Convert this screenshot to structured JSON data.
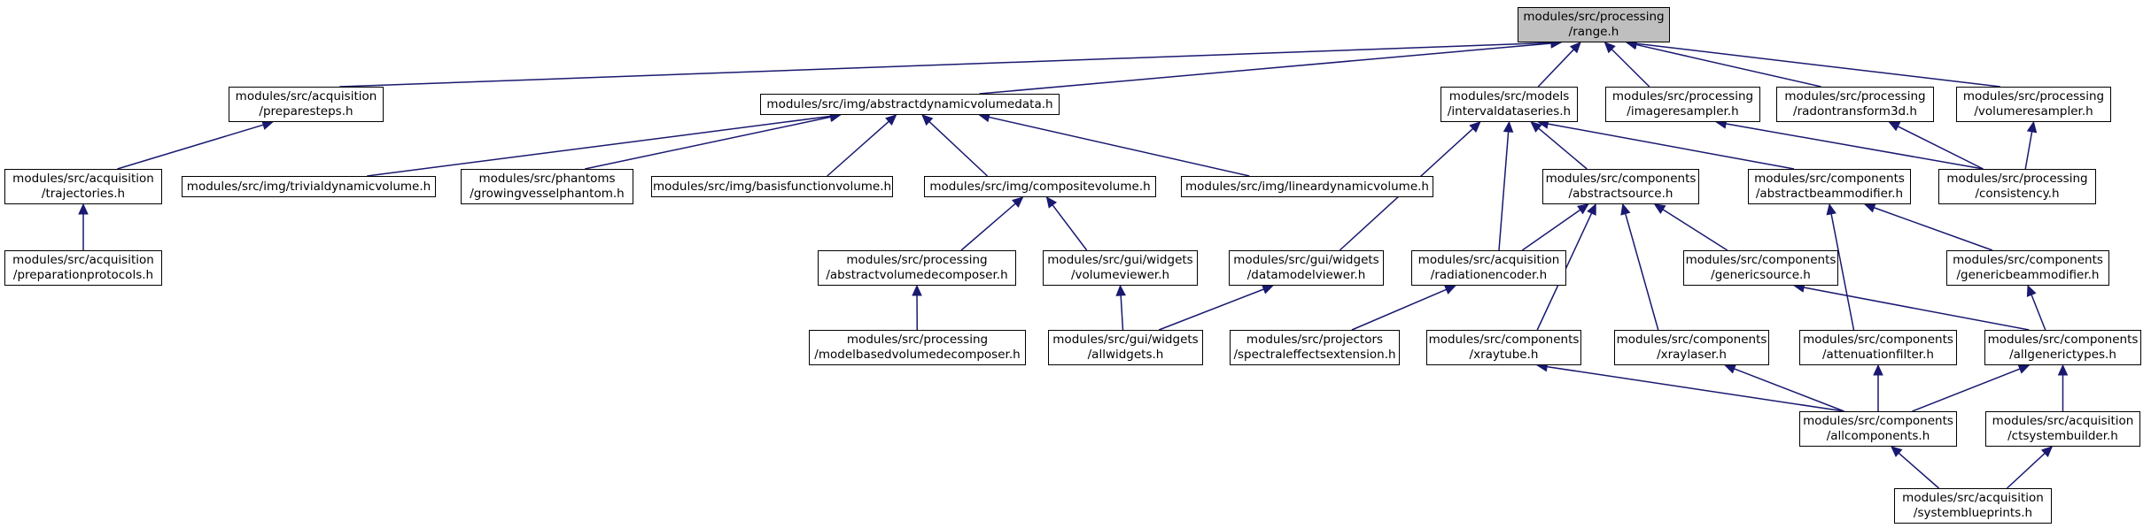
{
  "nodes": [
    {
      "id": "range",
      "lines": [
        "modules/src/processing",
        "/range.h"
      ],
      "root": true
    },
    {
      "id": "preparesteps",
      "lines": [
        "modules/src/acquisition",
        "/preparesteps.h"
      ]
    },
    {
      "id": "abstractdynamicvolumedata",
      "lines": [
        "modules/src/img/abstractdynamicvolumedata.h"
      ]
    },
    {
      "id": "intervaldataseries",
      "lines": [
        "modules/src/models",
        "/intervaldataseries.h"
      ]
    },
    {
      "id": "imageresampler",
      "lines": [
        "modules/src/processing",
        "/imageresampler.h"
      ]
    },
    {
      "id": "radontransform3d",
      "lines": [
        "modules/src/processing",
        "/radontransform3d.h"
      ]
    },
    {
      "id": "volumeresampler",
      "lines": [
        "modules/src/processing",
        "/volumeresampler.h"
      ]
    },
    {
      "id": "trajectories",
      "lines": [
        "modules/src/acquisition",
        "/trajectories.h"
      ]
    },
    {
      "id": "trivialdynamicvolume",
      "lines": [
        "modules/src/img/trivialdynamicvolume.h"
      ]
    },
    {
      "id": "growingvesselphantom",
      "lines": [
        "modules/src/phantoms",
        "/growingvesselphantom.h"
      ]
    },
    {
      "id": "basisfunctionvolume",
      "lines": [
        "modules/src/img/basisfunctionvolume.h"
      ]
    },
    {
      "id": "compositevolume",
      "lines": [
        "modules/src/img/compositevolume.h"
      ]
    },
    {
      "id": "lineardynamicvolume",
      "lines": [
        "modules/src/img/lineardynamicvolume.h"
      ]
    },
    {
      "id": "abstractsource",
      "lines": [
        "modules/src/components",
        "/abstractsource.h"
      ]
    },
    {
      "id": "abstractbeammodifier",
      "lines": [
        "modules/src/components",
        "/abstractbeammodifier.h"
      ]
    },
    {
      "id": "consistency",
      "lines": [
        "modules/src/processing",
        "/consistency.h"
      ]
    },
    {
      "id": "preparationprotocols",
      "lines": [
        "modules/src/acquisition",
        "/preparationprotocols.h"
      ]
    },
    {
      "id": "abstractvolumedecomposer",
      "lines": [
        "modules/src/processing",
        "/abstractvolumedecomposer.h"
      ]
    },
    {
      "id": "volumeviewer",
      "lines": [
        "modules/src/gui/widgets",
        "/volumeviewer.h"
      ]
    },
    {
      "id": "datamodelviewer",
      "lines": [
        "modules/src/gui/widgets",
        "/datamodelviewer.h"
      ]
    },
    {
      "id": "radiationencoder",
      "lines": [
        "modules/src/acquisition",
        "/radiationencoder.h"
      ]
    },
    {
      "id": "genericsource",
      "lines": [
        "modules/src/components",
        "/genericsource.h"
      ]
    },
    {
      "id": "genericbeammodifier",
      "lines": [
        "modules/src/components",
        "/genericbeammodifier.h"
      ]
    },
    {
      "id": "modelbasedvolumedecomposer",
      "lines": [
        "modules/src/processing",
        "/modelbasedvolumedecomposer.h"
      ]
    },
    {
      "id": "allwidgets",
      "lines": [
        "modules/src/gui/widgets",
        "/allwidgets.h"
      ]
    },
    {
      "id": "spectraleffectsextension",
      "lines": [
        "modules/src/projectors",
        "/spectraleffectsextension.h"
      ]
    },
    {
      "id": "xraytube",
      "lines": [
        "modules/src/components",
        "/xraytube.h"
      ]
    },
    {
      "id": "xraylaser",
      "lines": [
        "modules/src/components",
        "/xraylaser.h"
      ]
    },
    {
      "id": "attenuationfilter",
      "lines": [
        "modules/src/components",
        "/attenuationfilter.h"
      ]
    },
    {
      "id": "allgenerictypes",
      "lines": [
        "modules/src/components",
        "/allgenerictypes.h"
      ]
    },
    {
      "id": "allcomponents",
      "lines": [
        "modules/src/components",
        "/allcomponents.h"
      ]
    },
    {
      "id": "ctsystembuilder",
      "lines": [
        "modules/src/acquisition",
        "/ctsystembuilder.h"
      ]
    },
    {
      "id": "systemblueprints",
      "lines": [
        "modules/src/acquisition",
        "/systemblueprints.h"
      ]
    }
  ],
  "edges": [
    [
      "preparesteps",
      "range"
    ],
    [
      "abstractdynamicvolumedata",
      "range"
    ],
    [
      "intervaldataseries",
      "range"
    ],
    [
      "imageresampler",
      "range"
    ],
    [
      "radontransform3d",
      "range"
    ],
    [
      "volumeresampler",
      "range"
    ],
    [
      "trajectories",
      "preparesteps"
    ],
    [
      "preparationprotocols",
      "trajectories"
    ],
    [
      "trivialdynamicvolume",
      "abstractdynamicvolumedata"
    ],
    [
      "growingvesselphantom",
      "abstractdynamicvolumedata"
    ],
    [
      "basisfunctionvolume",
      "abstractdynamicvolumedata"
    ],
    [
      "compositevolume",
      "abstractdynamicvolumedata"
    ],
    [
      "lineardynamicvolume",
      "abstractdynamicvolumedata"
    ],
    [
      "abstractvolumedecomposer",
      "compositevolume"
    ],
    [
      "volumeviewer",
      "compositevolume"
    ],
    [
      "modelbasedvolumedecomposer",
      "abstractvolumedecomposer"
    ],
    [
      "allwidgets",
      "volumeviewer"
    ],
    [
      "allwidgets",
      "datamodelviewer"
    ],
    [
      "datamodelviewer",
      "intervaldataseries"
    ],
    [
      "radiationencoder",
      "intervaldataseries"
    ],
    [
      "abstractsource",
      "intervaldataseries"
    ],
    [
      "abstractbeammodifier",
      "intervaldataseries"
    ],
    [
      "radiationencoder",
      "abstractsource"
    ],
    [
      "genericsource",
      "abstractsource"
    ],
    [
      "xraytube",
      "abstractsource"
    ],
    [
      "xraylaser",
      "abstractsource"
    ],
    [
      "spectraleffectsextension",
      "radiationencoder"
    ],
    [
      "attenuationfilter",
      "abstractbeammodifier"
    ],
    [
      "genericbeammodifier",
      "abstractbeammodifier"
    ],
    [
      "consistency",
      "imageresampler"
    ],
    [
      "consistency",
      "radontransform3d"
    ],
    [
      "consistency",
      "volumeresampler"
    ],
    [
      "allgenerictypes",
      "genericsource"
    ],
    [
      "allgenerictypes",
      "genericbeammodifier"
    ],
    [
      "allcomponents",
      "xraytube"
    ],
    [
      "allcomponents",
      "xraylaser"
    ],
    [
      "allcomponents",
      "attenuationfilter"
    ],
    [
      "allcomponents",
      "allgenerictypes"
    ],
    [
      "ctsystembuilder",
      "allgenerictypes"
    ],
    [
      "systemblueprints",
      "allcomponents"
    ],
    [
      "systemblueprints",
      "ctsystembuilder"
    ]
  ],
  "colors": {
    "edge": "#191970",
    "node_border": "#000000",
    "root_fill": "#bfbfbf",
    "node_fill": "#ffffff"
  }
}
